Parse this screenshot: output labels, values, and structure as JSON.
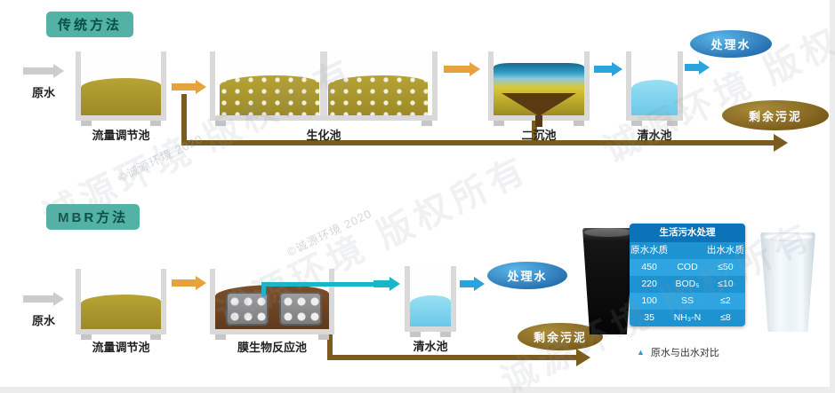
{
  "traditional": {
    "badge": "传统方法",
    "input_label": "原水",
    "tank1": "流量调节池",
    "tank2": "生化池",
    "tank3": "二沉池",
    "tank4": "清水池",
    "output": "处理水",
    "sludge": "剩余污泥"
  },
  "mbr": {
    "badge": "MBR方法",
    "input_label": "原水",
    "tank1": "流量调节池",
    "tank2": "膜生物反应池",
    "tank3": "清水池",
    "output": "处理水",
    "sludge": "剩余污泥"
  },
  "table": {
    "title": "生活污水处理",
    "col_raw": "原水水质",
    "col_out": "出水水质",
    "rows": [
      {
        "raw": "450",
        "param": "COD",
        "out": "≤50"
      },
      {
        "raw": "220",
        "param": "BOD₅",
        "out": "≤10"
      },
      {
        "raw": "100",
        "param": "SS",
        "out": "≤2"
      },
      {
        "raw": "35",
        "param": "NH₃-N",
        "out": "≤8"
      }
    ],
    "caption": "原水与出水对比"
  },
  "watermark": {
    "brand": "诚源环境 版权所有",
    "copyright": "©诚源环境 2020"
  },
  "colors": {
    "accent_teal": "#52b2a6",
    "arrow_orange": "#e6a23c",
    "arrow_blue": "#2ba3dc",
    "arrow_teal": "#18b6c8",
    "sludge_brown": "#7a5c1e",
    "oval_blue": "#15599e",
    "oval_brown": "#6b4d10",
    "table_blue": "#1e93d2",
    "liquid_olive": "#ac9732",
    "liquid_brown": "#6f4422",
    "water_light_blue": "#8edcf2"
  }
}
